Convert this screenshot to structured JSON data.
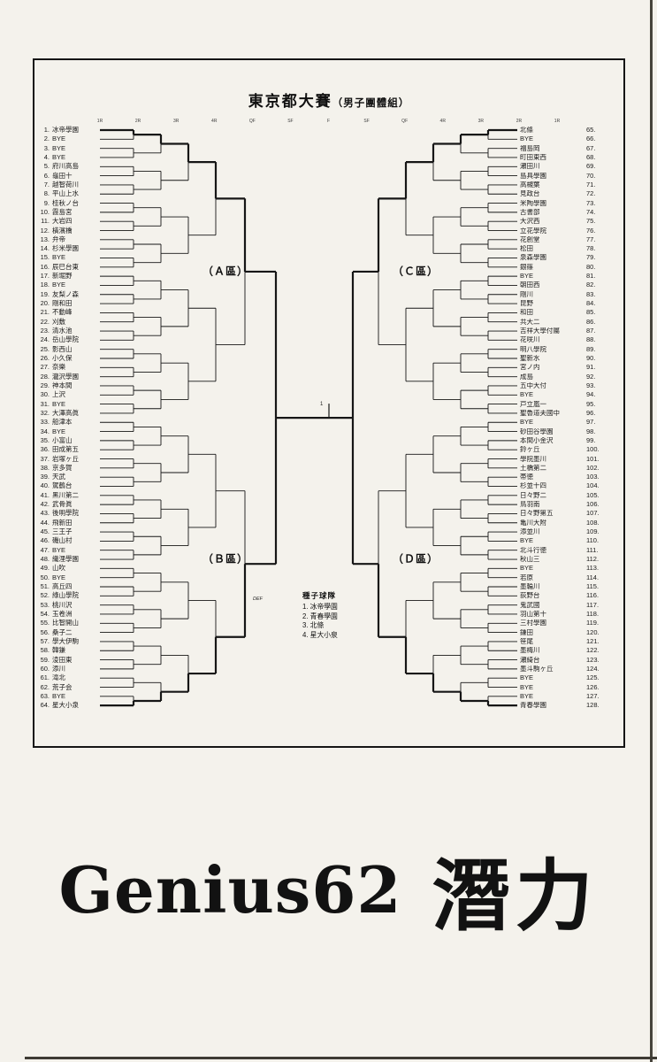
{
  "page": {
    "title": "東京都大賽",
    "title_suffix": "（男子團體組）"
  },
  "bracket": {
    "round_labels": [
      "1R",
      "2R",
      "3R",
      "4R",
      "QF",
      "SF",
      "F",
      "SF",
      "QF",
      "4R",
      "3R",
      "2R",
      "1R"
    ],
    "sections": {
      "a": "（Ａ區）",
      "b": "（Ｂ區）",
      "c": "（Ｃ區）",
      "d": "（Ｄ區）"
    },
    "center_mark": "1",
    "def_label": "DEF",
    "left_entries": [
      "冰帝學園",
      "BYE",
      "BYE",
      "BYE",
      "府川高島",
      "龜田十",
      "越智荷川",
      "平山上水",
      "桂秋ノ台",
      "霞島宮",
      "大岩四",
      "橫濱橋",
      "弁帝",
      "杉米學園",
      "BYE",
      "辰巳台東",
      "新堀野",
      "BYE",
      "友梨ノ森",
      "剛和田",
      "不動峰",
      "刈敷",
      "清水池",
      "岳山學院",
      "影西山",
      "小久保",
      "奈樂",
      "瀧沢學園",
      "神本間",
      "上沢",
      "BYE",
      "大澤高眞",
      "船津本",
      "BYE",
      "小富山",
      "田成第五",
      "岩塚ヶ丘",
      "京多賀",
      "天武",
      "駕鶴台",
      "黑川第二",
      "武骨眞",
      "後明學院",
      "飛新田",
      "三王子",
      "磯山村",
      "BYE",
      "織浬學園",
      "山吹",
      "BYE",
      "高丘四",
      "綠山學院",
      "桃川沢",
      "玉卷洲",
      "比智開山",
      "桑子二",
      "學大伊駒",
      "韓鎌",
      "淩田東",
      "添川",
      "滝北",
      "荒子会",
      "BYE",
      "星大小泉"
    ],
    "right_entries": [
      "北條",
      "BYE",
      "福島岡",
      "町田東西",
      "瀬田川",
      "島具學園",
      "高槻葉",
      "見政台",
      "米陶學園",
      "古書部",
      "大沢西",
      "立花學院",
      "花創堂",
      "松田",
      "泉森學園",
      "銀篠",
      "BYE",
      "朝田西",
      "剛川",
      "昆野",
      "和田",
      "共大二",
      "吉祥大學付屬",
      "花咲川",
      "明八學院",
      "聖新水",
      "宮ノ内",
      "成島",
      "五中大付",
      "BYE",
      "戸立嵐一",
      "聖魯道夫國中",
      "BYE",
      "砂田谷學園",
      "本間小金沢",
      "鈴ヶ丘",
      "學院墨川",
      "土橋第二",
      "帯徳",
      "杉並十四",
      "日々野二",
      "鳥羽南",
      "日々野第五",
      "亀川大附",
      "添並川",
      "BYE",
      "北斗行徳",
      "秋山三",
      "BYE",
      "若原",
      "墨輪川",
      "荻野台",
      "鬼武國",
      "羽山第十",
      "三村學園",
      "鎌田",
      "笹尾",
      "墨梅川",
      "瀬綺台",
      "墨斗駒ヶ丘",
      "BYE",
      "BYE",
      "BYE",
      "青春學園"
    ]
  },
  "seeds": {
    "title": "種子球隊",
    "items": [
      "1. 冰帝學園",
      "2. 青春學園",
      "3. 北條",
      "4. 星大小泉"
    ]
  },
  "caption": {
    "genius": "Genius62",
    "kanji": "潛力"
  }
}
